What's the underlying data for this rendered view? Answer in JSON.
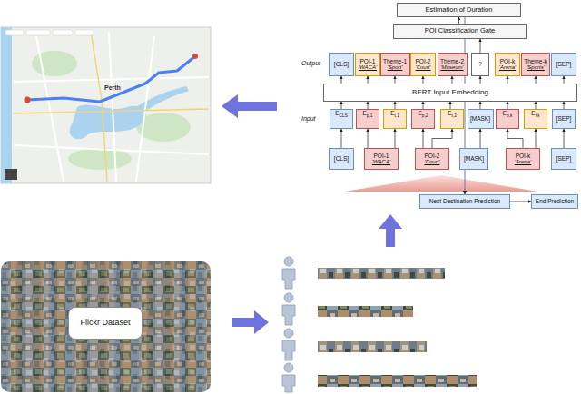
{
  "diagram": {
    "nodes": [
      {
        "text": [
          "Estimation of Duration"
        ]
      },
      {
        "text": [
          "POI Classification Gate"
        ]
      },
      {
        "text": [
          "[CLS]"
        ]
      },
      {
        "text": [
          "POI-1",
          "'WACA'"
        ]
      },
      {
        "text": [
          "Theme-1",
          "'Sport'"
        ]
      },
      {
        "text": [
          "POI-2",
          "'Court'"
        ]
      },
      {
        "text": [
          "Theme-2",
          "'Museum'"
        ]
      },
      {
        "text": [
          "?"
        ]
      },
      {
        "text": [
          "POI-k",
          "'Arena'"
        ]
      },
      {
        "text": [
          "Theme-k",
          "'Sports'"
        ]
      },
      {
        "text": [
          "[SEP]"
        ]
      },
      {
        "text": [
          "BERT Input Embedding"
        ]
      },
      {
        "text": [
          "E",
          "CLS"
        ]
      },
      {
        "text": [
          "E",
          "p,1"
        ]
      },
      {
        "text": [
          "E",
          "t,1"
        ]
      },
      {
        "text": [
          "E",
          "p,2"
        ]
      },
      {
        "text": [
          "E",
          "t,2"
        ]
      },
      {
        "text": [
          "[MASK]"
        ]
      },
      {
        "text": [
          "E",
          "p,k"
        ]
      },
      {
        "text": [
          "E",
          "t,k"
        ]
      },
      {
        "text": [
          "[SEP]"
        ]
      },
      {
        "text": [
          "[CLS]"
        ]
      },
      {
        "text": [
          "POI-1",
          "'WACA'"
        ]
      },
      {
        "text": [
          "POI-2",
          "'Court'"
        ]
      },
      {
        "text": [
          "[MASK]"
        ]
      },
      {
        "text": [
          "POI-k",
          "'Arena'"
        ]
      },
      {
        "text": [
          "[SEP]"
        ]
      },
      {
        "text": [
          "Next Destination Prediction"
        ]
      },
      {
        "text": [
          "End Prediction"
        ]
      },
      {
        "text": [
          "Flickr Dataset"
        ]
      }
    ],
    "edges": [
      {
        "from": 1,
        "to": 0,
        "arrow": "to"
      },
      {
        "from": 7,
        "to": 1,
        "arrow": "to"
      },
      {
        "from": 11,
        "to": 2,
        "arrow": "to"
      },
      {
        "from": 11,
        "to": 3,
        "arrow": "to"
      },
      {
        "from": 11,
        "to": 4,
        "arrow": "to"
      },
      {
        "from": 11,
        "to": 5,
        "arrow": "to"
      },
      {
        "from": 11,
        "to": 6,
        "arrow": "to"
      },
      {
        "from": 11,
        "to": 7,
        "arrow": "to"
      },
      {
        "from": 11,
        "to": 8,
        "arrow": "to"
      },
      {
        "from": 11,
        "to": 9,
        "arrow": "to"
      },
      {
        "from": 11,
        "to": 10,
        "arrow": "to"
      },
      {
        "from": 12,
        "to": 11,
        "arrow": "to"
      },
      {
        "from": 13,
        "to": 11,
        "arrow": "to"
      },
      {
        "from": 14,
        "to": 11,
        "arrow": "to"
      },
      {
        "from": 15,
        "to": 11,
        "arrow": "to"
      },
      {
        "from": 16,
        "to": 11,
        "arrow": "to"
      },
      {
        "from": 17,
        "to": 11,
        "arrow": "to"
      },
      {
        "from": 18,
        "to": 11,
        "arrow": "to"
      },
      {
        "from": 19,
        "to": 11,
        "arrow": "to"
      },
      {
        "from": 20,
        "to": 11,
        "arrow": "to"
      },
      {
        "from": 21,
        "to": 12,
        "arrow": "to"
      },
      {
        "from": 22,
        "to": 13,
        "arrow": "to"
      },
      {
        "from": 22,
        "to": 14,
        "arrow": "to"
      },
      {
        "from": 23,
        "to": 15,
        "arrow": "to"
      },
      {
        "from": 23,
        "to": 16,
        "arrow": "to"
      },
      {
        "from": 24,
        "to": 17,
        "arrow": "to"
      },
      {
        "from": 25,
        "to": 18,
        "arrow": "to"
      },
      {
        "from": 25,
        "to": 19,
        "arrow": "to"
      },
      {
        "from": 26,
        "to": 20,
        "arrow": "to"
      },
      {
        "from": 0,
        "to": 27,
        "arrow": "to"
      },
      {
        "from": 27,
        "to": 28,
        "arrow": "to"
      }
    ],
    "labels": [
      "Output",
      "Input",
      "Perth"
    ]
  }
}
